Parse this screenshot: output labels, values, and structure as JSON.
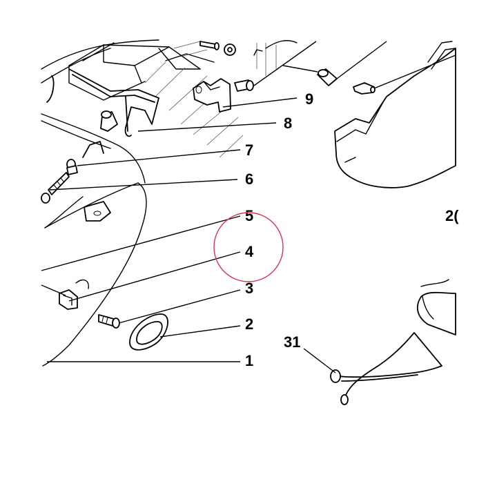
{
  "callouts": {
    "c9": "9",
    "c8": "8",
    "c7": "7",
    "c6": "6",
    "c5": "5",
    "c4": "4",
    "c3": "3",
    "c2": "2",
    "c1": "1",
    "c31": "31",
    "c2x": "2("
  },
  "highlight": {
    "shape": "circle",
    "color": "#d9334f",
    "marks_callout": "4"
  }
}
